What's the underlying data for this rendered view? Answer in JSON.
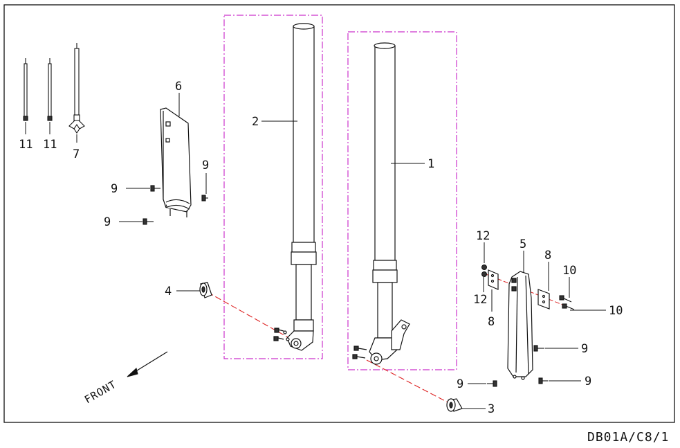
{
  "labels": {
    "p1": "1",
    "p2": "2",
    "p3": "3",
    "p4": "4",
    "p5": "5",
    "p6": "6",
    "p7": "7",
    "p8a": "8",
    "p8b": "8",
    "p9a": "9",
    "p9b": "9",
    "p9c": "9",
    "p9d": "9",
    "p9e": "9",
    "p9f": "9",
    "p10a": "10",
    "p10b": "10",
    "p11a": "11",
    "p11b": "11",
    "p12a": "12",
    "p12b": "12"
  },
  "front_label": "FRONT",
  "drawing_code": "DB01A/C8/1",
  "colors": {
    "outline": "#111111",
    "group_box": "#cc33cc",
    "axis_line": "#dd2222"
  }
}
